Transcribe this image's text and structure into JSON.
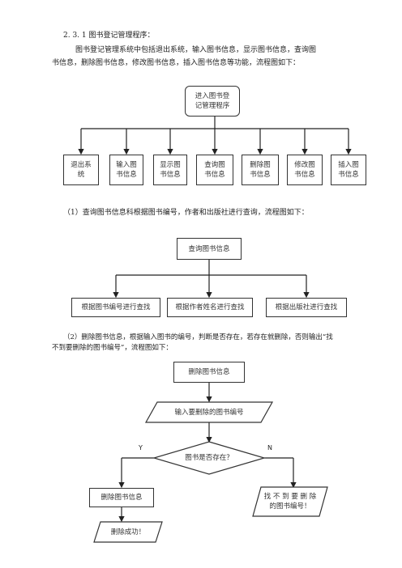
{
  "section": {
    "heading": "2. 3. 1 图书登记管理程序：",
    "intro_line1": "图书登记管理系统中包括退出系统，输入图书信息，显示图书信息，查询图",
    "intro_line2": "书信息，删除图书信息，修改图书信息，插入图书信息等功能，流程图如下："
  },
  "chart1": {
    "root": [
      "进入图书登",
      "记管理程序"
    ],
    "children": [
      [
        "退出系",
        "统"
      ],
      [
        "输入图",
        "书信息"
      ],
      [
        "显示图",
        "书信息"
      ],
      [
        "查询图",
        "书信息"
      ],
      [
        "删除图",
        "书信息"
      ],
      [
        "修改图",
        "书信息"
      ],
      [
        "插入图",
        "书信息"
      ]
    ]
  },
  "para2": "（1）查询图书信息科根据图书编号，作者和出版社进行查询，流程图如下：",
  "chart2": {
    "root": "查询图书信息",
    "children": [
      "根据图书编号进行查找",
      "根据作者姓名进行查找",
      "根据出版社进行查找"
    ]
  },
  "para3_line1": "（2）删除图书信息，根据输入图书的编号，判断是否存在，若存在就删除，否则输出“找",
  "para3_line2": "不到要删除的图书编号”，流程图如下：",
  "chart3": {
    "start": "删除图书信息",
    "input": "输入要删除的图书编号",
    "decision": "图书是否存在？",
    "yes_label": "Y",
    "no_label": "N",
    "yes_action": "删除图书信息",
    "yes_result": "删除成功！",
    "no_output": [
      "找 不 到 要 删 除",
      "的图书编号！"
    ]
  }
}
